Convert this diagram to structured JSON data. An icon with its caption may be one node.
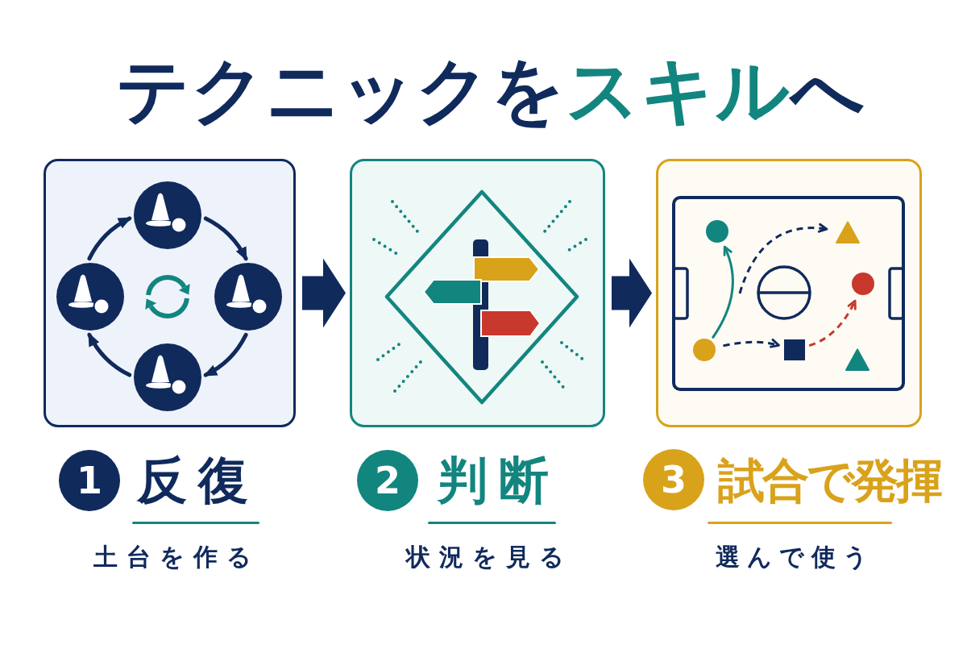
{
  "diagram": {
    "title": "テクニックを**スキル**へ",
    "nodes": [
      {
        "text": [
          "1",
          "反復",
          "土台を作る"
        ]
      },
      {
        "text": [],
        "shape": "circle",
        "in": 0
      },
      {
        "text": [],
        "shape": "circle",
        "in": 0
      },
      {
        "text": [],
        "shape": "circle",
        "in": 0
      },
      {
        "text": [],
        "shape": "circle",
        "in": 0
      },
      {
        "text": [
          "2",
          "判断",
          "状況を見る"
        ]
      },
      {
        "text": [
          "3",
          "試合で発揮",
          "選んで使う"
        ]
      },
      {
        "text": [],
        "shape": "circle",
        "in": 6
      },
      {
        "text": [],
        "shape": "triangle",
        "in": 6
      },
      {
        "text": [],
        "shape": "circle",
        "in": 6
      },
      {
        "text": [],
        "shape": "circle",
        "in": 6
      },
      {
        "text": [],
        "shape": "square",
        "in": 6
      },
      {
        "text": [],
        "shape": "triangle",
        "in": 6
      }
    ],
    "edges": [
      {
        "from": 1,
        "to": 3,
        "arrow": "to"
      },
      {
        "from": 3,
        "to": 4,
        "arrow": "to"
      },
      {
        "from": 4,
        "to": 2,
        "arrow": "to"
      },
      {
        "from": 2,
        "to": 1,
        "arrow": "to"
      },
      {
        "from": 0,
        "to": 5,
        "arrow": "to",
        "style": "thick"
      },
      {
        "from": 5,
        "to": 6,
        "arrow": "to",
        "style": "thick"
      },
      {
        "from": 10,
        "to": 7,
        "arrow": "to",
        "color": "#13857f"
      },
      {
        "from": null,
        "to": 8,
        "arrow": "to",
        "style": "dashed"
      },
      {
        "from": 10,
        "to": 11,
        "arrow": "to",
        "style": "dashed"
      },
      {
        "from": 11,
        "to": 9,
        "arrow": "to",
        "style": "dashed",
        "color": "#c9382c"
      }
    ]
  }
}
